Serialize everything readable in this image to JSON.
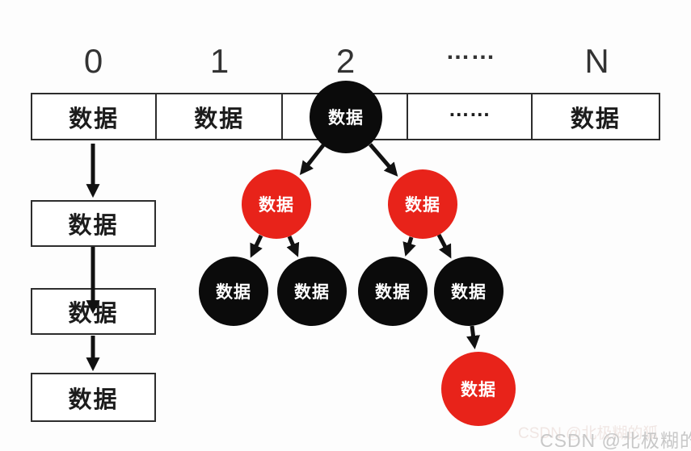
{
  "colors": {
    "red": "#e8231a",
    "black": "#0b0b0b",
    "border": "#2d2d2d",
    "arrow": "#111111",
    "text": "#1c1c1c",
    "index": "#333333",
    "watermark": "#c8c8c8",
    "background": "#fdfdfd"
  },
  "array": {
    "indices": [
      "0",
      "1",
      "2",
      "……",
      "N"
    ],
    "cells": [
      "数据",
      "数据",
      "",
      "……",
      "数据"
    ]
  },
  "linked_list": {
    "items": [
      "数据",
      "数据",
      "数据"
    ]
  },
  "tree": {
    "nodes": [
      {
        "id": "root",
        "label": "数据",
        "color": "black"
      },
      {
        "id": "left-red",
        "label": "数据",
        "color": "red"
      },
      {
        "id": "right-red",
        "label": "数据",
        "color": "red"
      },
      {
        "id": "black-ll",
        "label": "数据",
        "color": "black"
      },
      {
        "id": "black-lr",
        "label": "数据",
        "color": "black"
      },
      {
        "id": "black-rl",
        "label": "数据",
        "color": "black"
      },
      {
        "id": "black-rr",
        "label": "数据",
        "color": "black"
      },
      {
        "id": "red-leaf",
        "label": "数据",
        "color": "red"
      }
    ],
    "edges": [
      [
        "root",
        "left-red"
      ],
      [
        "root",
        "right-red"
      ],
      [
        "left-red",
        "black-ll"
      ],
      [
        "left-red",
        "black-lr"
      ],
      [
        "right-red",
        "black-rl"
      ],
      [
        "right-red",
        "black-rr"
      ],
      [
        "black-rr",
        "red-leaf"
      ]
    ]
  },
  "watermark": {
    "text": "CSDN @北极糊的狐"
  }
}
